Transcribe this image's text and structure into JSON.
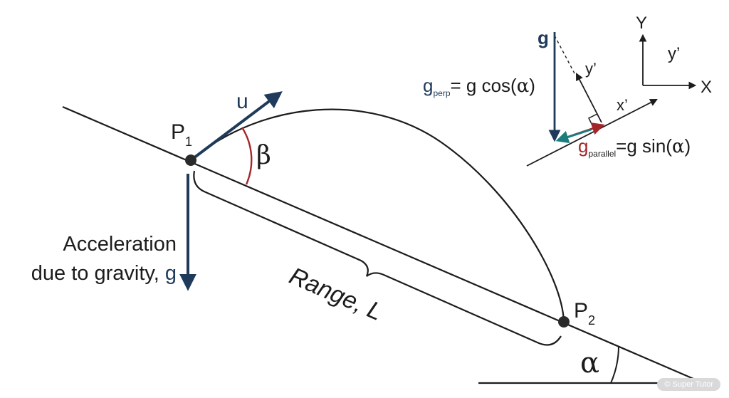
{
  "colors": {
    "line": "#1c1c1c",
    "navy": "#1f3a5a",
    "angle_red": "#a3262a",
    "teal": "#1b7c7c"
  },
  "labels": {
    "u": "u",
    "beta": "β",
    "alpha": "α",
    "p1_main": "P",
    "p1_sub": "1",
    "p2_main": "P",
    "p2_sub": "2",
    "acceleration_line1": "Acceleration",
    "acceleration_line2": "due to gravity, ",
    "acceleration_g": "g",
    "range": "Range, L"
  },
  "inset": {
    "g": "g",
    "Y": "Y",
    "X": "X",
    "y_prime_axes": "y’",
    "y_prime": "y’",
    "x_prime": "x’",
    "gperp_g": "g",
    "gperp_sub": "perp",
    "gperp_eq": "= g cos(",
    "gperp_alpha": "α",
    "gperp_close": ")",
    "gpar_g": "g",
    "gpar_sub": "parallel",
    "gpar_eq": "=g sin(",
    "gpar_alpha": "α",
    "gpar_close": ")"
  },
  "watermark": "© Super Tutor"
}
